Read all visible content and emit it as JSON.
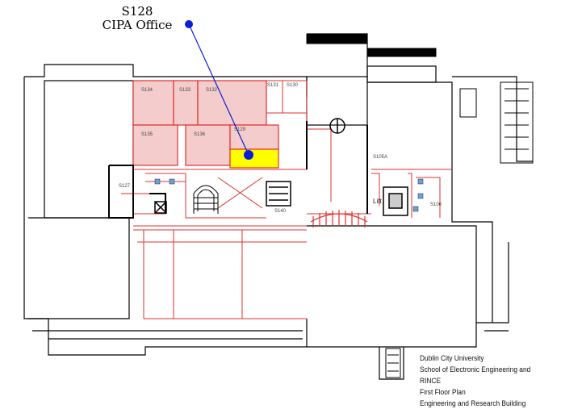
{
  "callout": {
    "room": "S128",
    "name": "CIPA Office"
  },
  "rooms": [
    {
      "key": "S134",
      "label": "S134"
    },
    {
      "key": "S133",
      "label": "S133"
    },
    {
      "key": "S132",
      "label": "S132"
    },
    {
      "key": "S131",
      "label": "S131"
    },
    {
      "key": "S130",
      "label": "S130"
    },
    {
      "key": "S135",
      "label": "S135"
    },
    {
      "key": "S136",
      "label": "S136"
    },
    {
      "key": "S129",
      "label": "S129"
    },
    {
      "key": "S127",
      "label": "S127"
    },
    {
      "key": "S106",
      "label": "S106"
    },
    {
      "key": "S105A",
      "label": "S105A"
    },
    {
      "key": "S140",
      "label": "S140"
    }
  ],
  "lift_label": "Lift",
  "legend": {
    "institution": "Dublin City University",
    "school": "School of Electronic Engineering and RINCE",
    "floor": "First Floor Plan",
    "building": "Engineering and Research Building"
  },
  "colors": {
    "highlight": "#ffff00",
    "shaded_room": "#f4cccc",
    "marker": "#0a1fd6",
    "walls": "#e03030"
  }
}
